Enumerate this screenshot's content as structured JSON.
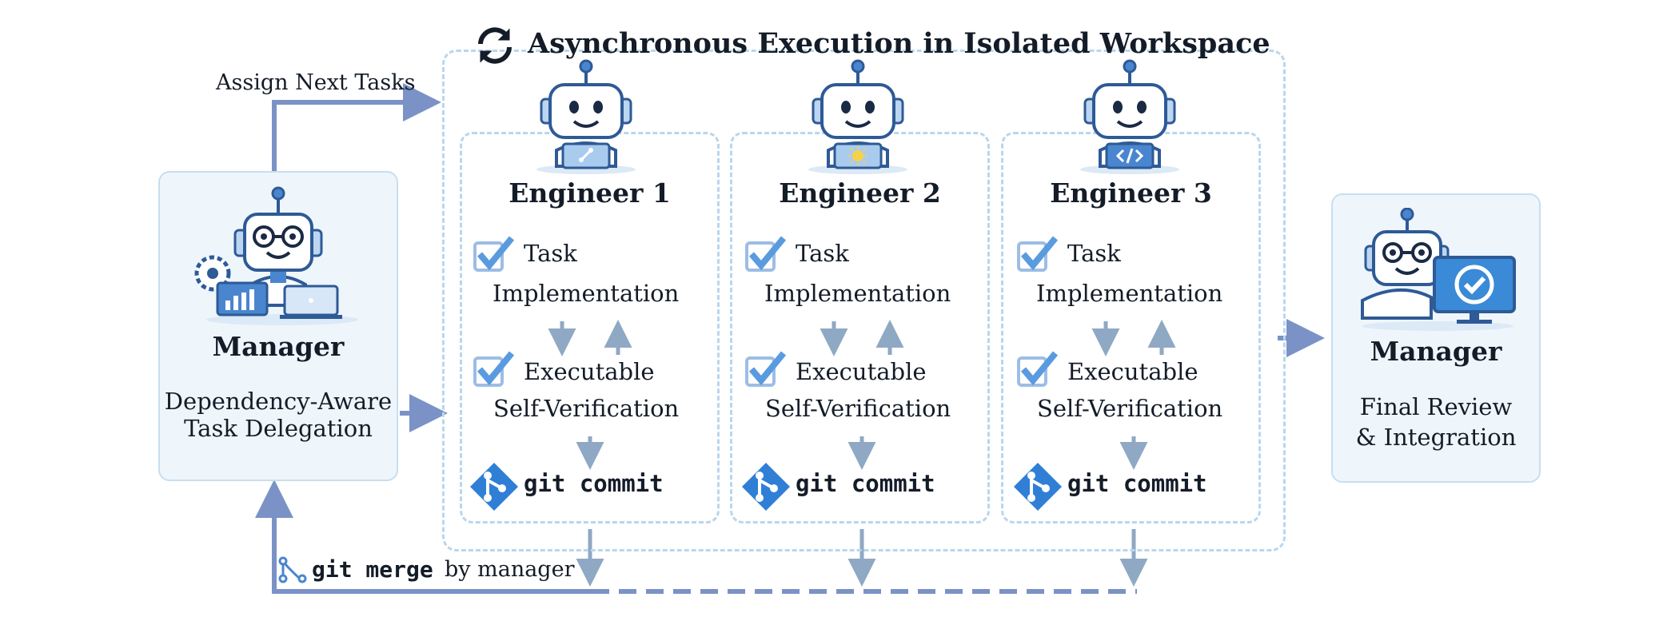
{
  "workspace": {
    "title": "Asynchronous Execution in Isolated Workspace",
    "title_icon": "sync-icon"
  },
  "manager_left": {
    "name": "Manager",
    "role_line1": "Dependency-Aware",
    "role_line2": "Task Delegation",
    "icons": [
      "robot-with-glasses-icon",
      "gear-icon",
      "bar-chart-icon",
      "laptop-icon"
    ]
  },
  "manager_right": {
    "name": "Manager",
    "role_line1": "Final Review",
    "role_line2": "& Integration",
    "icons": [
      "robot-with-glasses-icon",
      "monitor-checkmark-icon"
    ]
  },
  "arrows": {
    "assign_label": "Assign Next Tasks"
  },
  "merge": {
    "command": "git merge",
    "suffix": "by manager",
    "icon": "git-merge-icon"
  },
  "engineers": [
    {
      "name": "Engineer 1",
      "laptop_icon": "git-branch-icon"
    },
    {
      "name": "Engineer 2",
      "laptop_icon": "lightbulb-icon"
    },
    {
      "name": "Engineer 3",
      "laptop_icon": "code-brackets-icon"
    }
  ],
  "steps": {
    "implementation_line1": "Task",
    "implementation_line2": "Implementation",
    "verification_line1": "Executable",
    "verification_line2": "Self-Verification",
    "commit": "git commit"
  },
  "colors": {
    "primary_blue": "#7b92c6",
    "grey_blue": "#8fa8c4",
    "dashed_border": "#b9d6ee",
    "box_fill": "#eef6fc",
    "git_blue": "#2f7fd6",
    "check_blue": "#5a9be0"
  }
}
